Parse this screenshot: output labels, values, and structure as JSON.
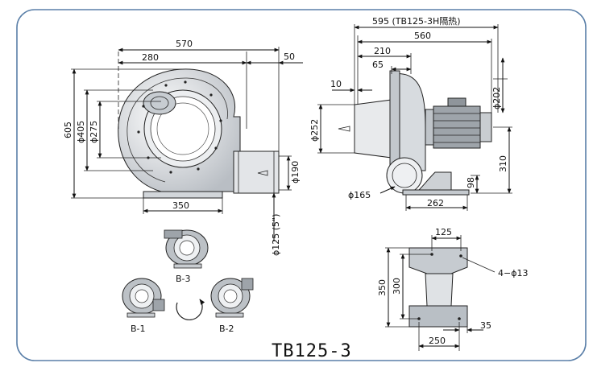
{
  "model": "TB125-3",
  "front_view": {
    "width_570": "570",
    "offset_280": "280",
    "offset_50": "50",
    "height_605": "605",
    "dia_405": "ϕ405",
    "dia_275": "ϕ275",
    "base_350": "350",
    "outlet_190": "ϕ190",
    "outlet_125": "ϕ125 (5\")"
  },
  "side_view": {
    "total_595": "595 (TB125-3H隔热)",
    "width_560": "560",
    "d_210": "210",
    "d_65": "65",
    "d_10": "10",
    "dia_252": "ϕ252",
    "dia_202": "ϕ202",
    "h_310": "310",
    "h_98": "98",
    "dia_165": "ϕ165",
    "base_262": "262"
  },
  "base_view": {
    "top_125": "125",
    "holes": "4−ϕ13",
    "h_350": "350",
    "h_300": "300",
    "w_250": "250",
    "w_35": "35"
  },
  "orientations": {
    "b3": "B-3",
    "b1": "B-1",
    "b2": "B-2"
  }
}
